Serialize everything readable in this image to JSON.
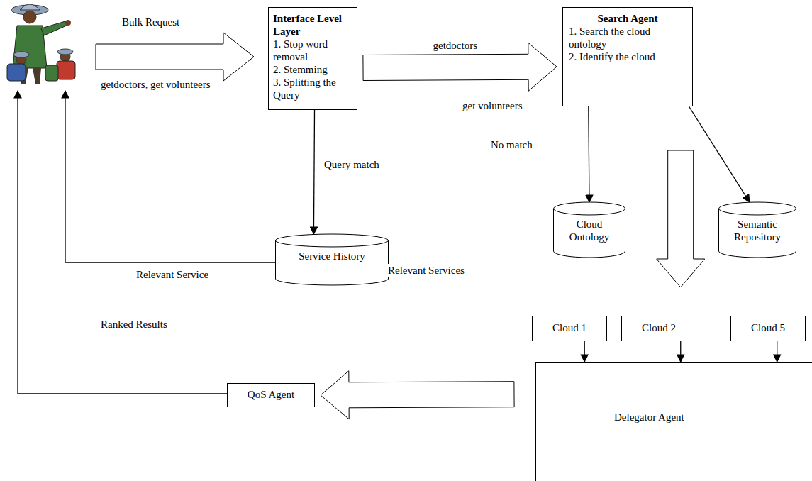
{
  "diagram": {
    "nodes": [
      {
        "text": [
          "Interface Level Layer",
          "1. Stop word removal",
          "2. Stemming",
          "3. Splitting the Query"
        ]
      },
      {
        "text": [
          "Search Agent",
          "1. Search the cloud ontology",
          "2. Identify the cloud"
        ]
      },
      {
        "text": [
          "Service History"
        ]
      },
      {
        "text": [
          "Cloud Ontology"
        ]
      },
      {
        "text": [
          "Semantic Repository"
        ]
      },
      {
        "text": [
          "Cloud 1"
        ]
      },
      {
        "text": [
          "Cloud 2"
        ]
      },
      {
        "text": [
          "Cloud 5"
        ]
      },
      {
        "text": [
          "Delegator Agent"
        ]
      },
      {
        "text": [
          "QoS Agent"
        ]
      }
    ],
    "edges": [
      {
        "from": 0,
        "to": 1,
        "arrow": "to",
        "label": "getdoctors"
      },
      {
        "from": 0,
        "to": 2,
        "arrow": "to",
        "label": "Query match"
      },
      {
        "from": 1,
        "to": 3,
        "arrow": "to"
      },
      {
        "from": 1,
        "to": 4,
        "arrow": "to"
      },
      {
        "from": 1,
        "to": 6,
        "arrow": "to"
      },
      {
        "from": 5,
        "to": 8,
        "arrow": "to"
      },
      {
        "from": 6,
        "to": 8,
        "arrow": "to"
      },
      {
        "from": 7,
        "to": 8,
        "arrow": "to"
      },
      {
        "from": 8,
        "to": 9,
        "arrow": "to"
      }
    ],
    "labels": [
      "Bulk Request",
      "getdoctors, get volunteers",
      "get volunteers",
      "No match",
      "Relevant Service",
      "Relevant Services",
      "Ranked Results"
    ]
  }
}
